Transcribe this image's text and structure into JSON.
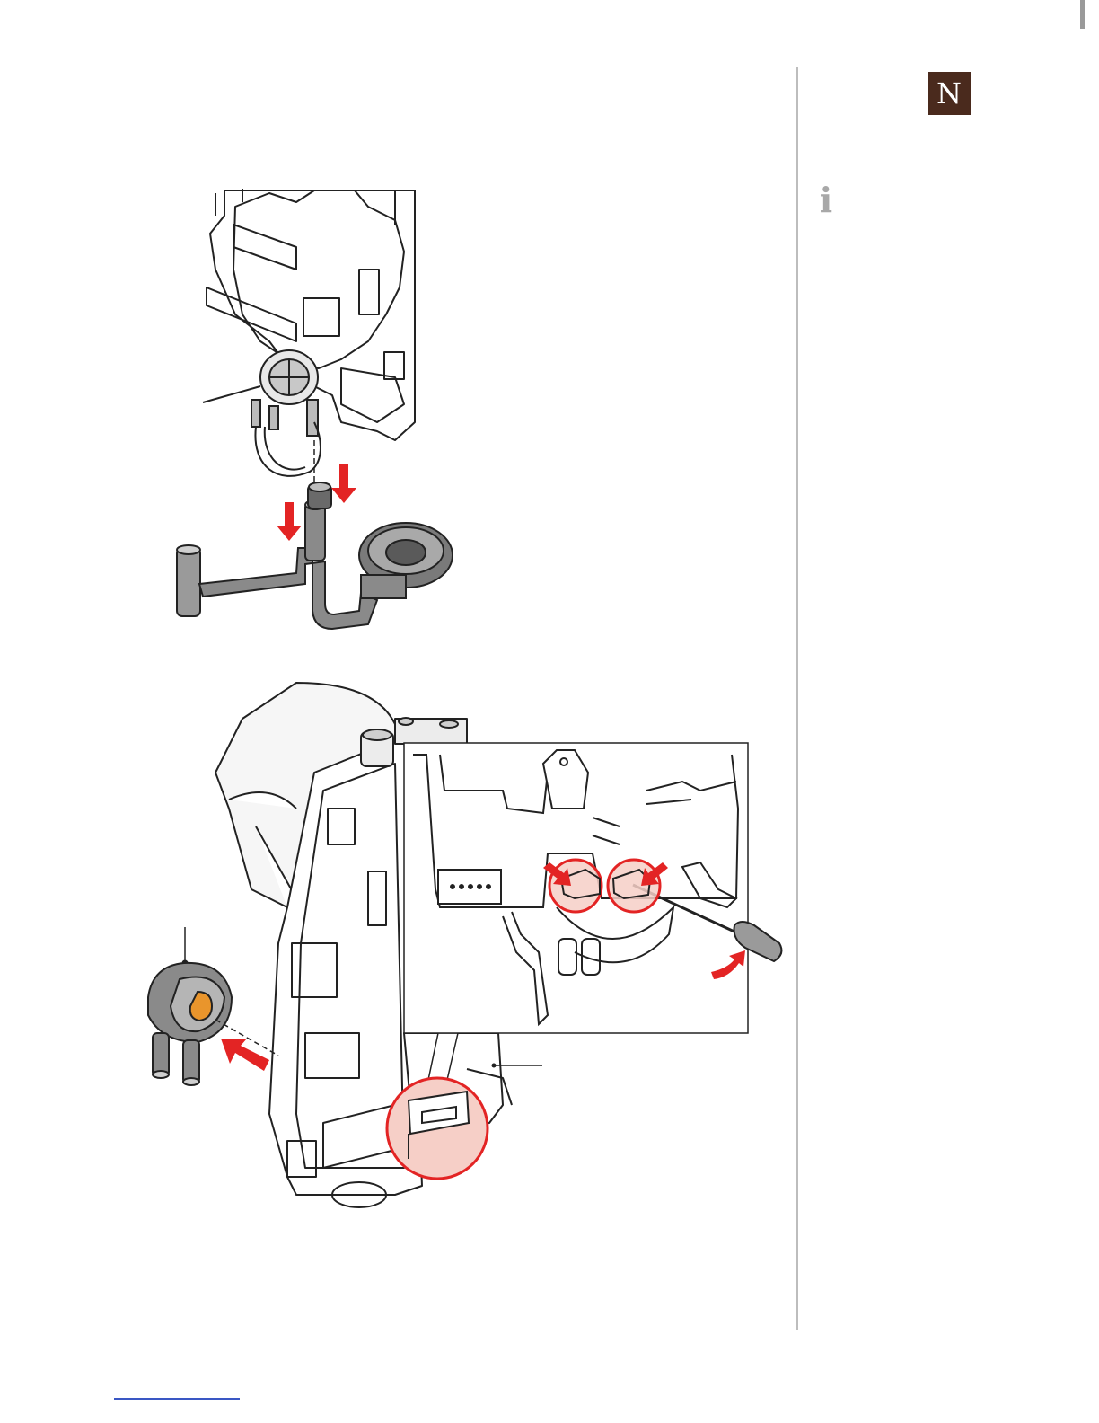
{
  "header": {
    "logo_text": "N",
    "logo_color": "#4a2a1d"
  },
  "sidebar": {
    "info_icon": "i"
  },
  "figures": {
    "top": {
      "description_icon": "pipe-assembly-illustration"
    },
    "bottom": {
      "description_icon": "brewing-unit-illustration"
    }
  },
  "colors": {
    "accent_red": "#e32424",
    "highlight_fill": "#f6cfc7",
    "line": "#222222",
    "part_gray": "#8a8a8a",
    "orange": "#e9952c"
  }
}
